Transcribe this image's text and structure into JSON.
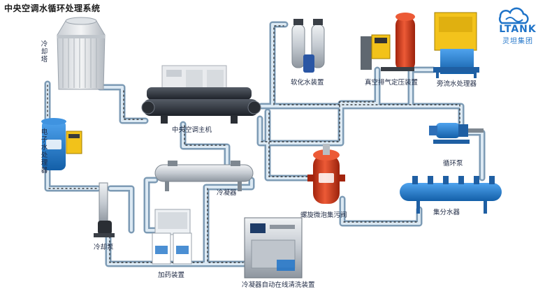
{
  "title": "中央空调水循环处理系统",
  "brand": {
    "name": "LTANK",
    "subtitle": "灵坦集团",
    "color": "#1e73c8"
  },
  "colors": {
    "pipe": "#7d9bb5",
    "pipe_inner": "#dce9f3",
    "flow_arrow": "#1b1b1b",
    "equipment_blue": "#1f7ad1",
    "tank_red": "#d8391b"
  },
  "components": {
    "cooling_tower": "冷却塔",
    "electronic_water_processor": "电子水处理器",
    "central_ac_unit": "中央空调主机",
    "softening_unit": "软化水装置",
    "vacuum_degassing_unit": "真空排气定压装置",
    "bypass_water_processor": "旁流水处理器",
    "condenser": "冷凝器",
    "spiral_micro_bubble_separator": "螺旋微泡集污阀",
    "circulating_pump": "循环泵",
    "water_distributor": "集分水器",
    "cooling_pump": "冷却泵",
    "dosing_unit": "加药装置",
    "condenser_online_cleaning": "冷凝器自动在线清洗装置"
  }
}
